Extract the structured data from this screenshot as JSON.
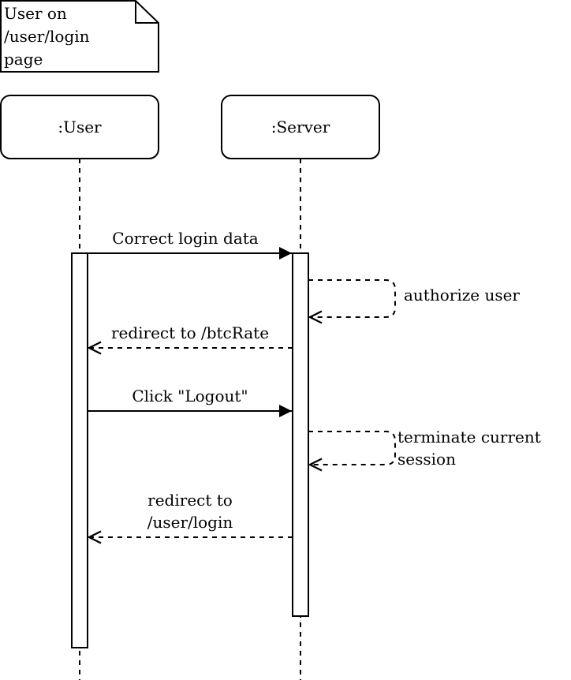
{
  "note": {
    "lines": [
      "User on",
      "/user/login",
      "page"
    ]
  },
  "lifelines": {
    "user": ":User",
    "server": ":Server"
  },
  "messages": {
    "m1": "Correct login data",
    "m2": "authorize user",
    "m3": "redirect to /btcRate",
    "m4": "Click \"Logout\"",
    "m5_line1": "terminate current",
    "m5_line2": "session",
    "m6_line1": "redirect to",
    "m6_line2": "/user/login"
  }
}
